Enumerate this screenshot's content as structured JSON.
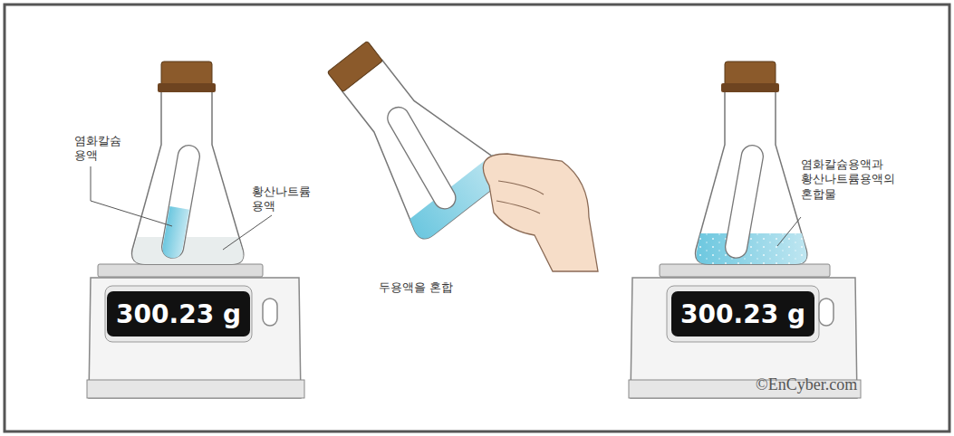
{
  "diagram": {
    "nodes": [
      {
        "text": [
          "300.23 g"
        ]
      },
      {
        "text": [
          "300.23 g"
        ]
      }
    ],
    "labels": [
      "염화칼슘 용액",
      "황산나트륨 용액",
      "두용액을 혼합",
      "염화칼슘용액과 황산나트륨용액의 혼합물",
      "©EnCyber.com"
    ]
  }
}
